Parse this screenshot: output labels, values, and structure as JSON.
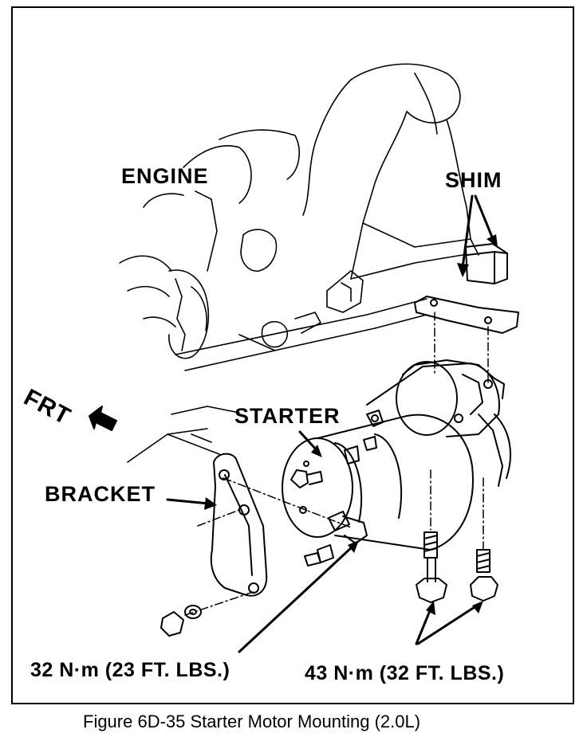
{
  "labels": {
    "engine": "ENGINE",
    "shim": "SHIM",
    "frt": "FRT",
    "starter": "STARTER",
    "bracket": "BRACKET",
    "torque_left": "32 N·m (23 FT. LBS.)",
    "torque_right": "43 N·m (32 FT. LBS.)"
  },
  "caption": "Figure 6D-35 Starter Motor Mounting (2.0L)"
}
